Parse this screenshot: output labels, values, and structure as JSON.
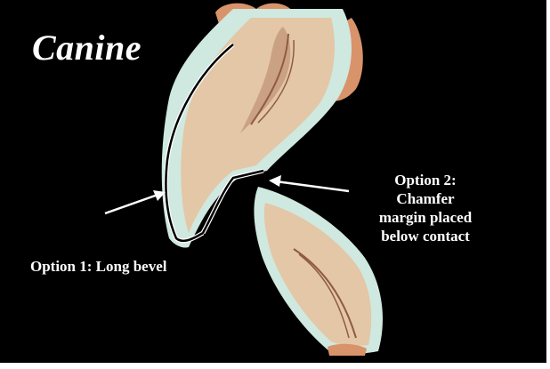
{
  "slide": {
    "title": "Canine",
    "option1": "Option 1: Long bevel",
    "option2_lines": [
      "Option 2:",
      "Chamfer",
      "margin placed",
      "below contact"
    ]
  },
  "colors": {
    "background": "#000000",
    "enamel": "#cfe8e0",
    "dentin": "#e3c7a6",
    "pulp": "#c79a7c",
    "gingiva": "#d9936a",
    "preparation_line": "#000000",
    "text": "#ffffff"
  },
  "icons": [
    "arrow-option1",
    "arrow-option2"
  ]
}
